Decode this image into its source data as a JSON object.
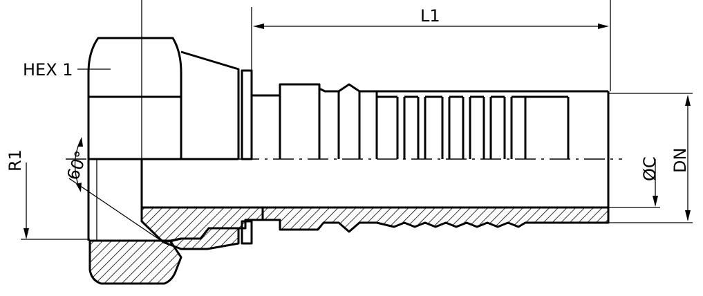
{
  "labels": {
    "l1": "L1",
    "hex": "HEX 1",
    "r1": "R1",
    "angle": "60°",
    "dia_c": "ØC",
    "dn": "DN"
  },
  "colors": {
    "line": "#000000",
    "background": "#ffffff"
  }
}
